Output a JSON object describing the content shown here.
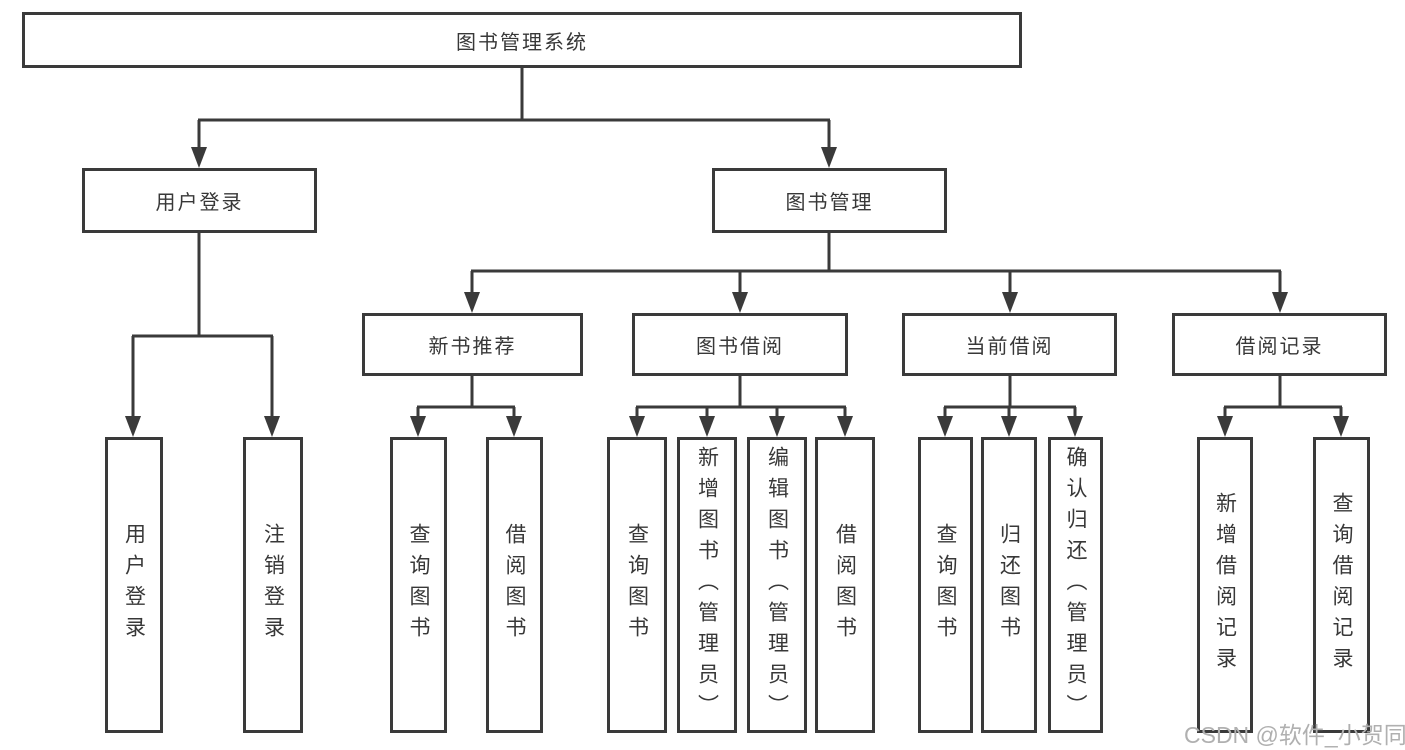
{
  "diagram": {
    "title_node": "图书管理系统",
    "user_login": {
      "label": "用户登录",
      "children": [
        "用户登录",
        "注销登录"
      ]
    },
    "book_management": {
      "label": "图书管理",
      "sections": {
        "new_book_recommend": {
          "label": "新书推荐",
          "children": [
            "查询图书",
            "借阅图书"
          ]
        },
        "book_borrow": {
          "label": "图书借阅",
          "children": [
            "查询图书",
            "新增图书（管理员）",
            "编辑图书（管理员）",
            "借阅图书"
          ]
        },
        "current_borrow": {
          "label": "当前借阅",
          "children": [
            "查询图书",
            "归还图书",
            "确认归还（管理员）"
          ]
        },
        "borrow_records": {
          "label": "借阅记录",
          "children": [
            "新增借阅记录",
            "查询借阅记录"
          ]
        }
      }
    }
  },
  "watermark": "CSDN @软件_小贺同学",
  "colors": {
    "line": "#3a3a3a",
    "box_border": "#3a3a3a",
    "text": "#383838",
    "watermark": "#b0b0b0",
    "background": "#ffffff"
  }
}
